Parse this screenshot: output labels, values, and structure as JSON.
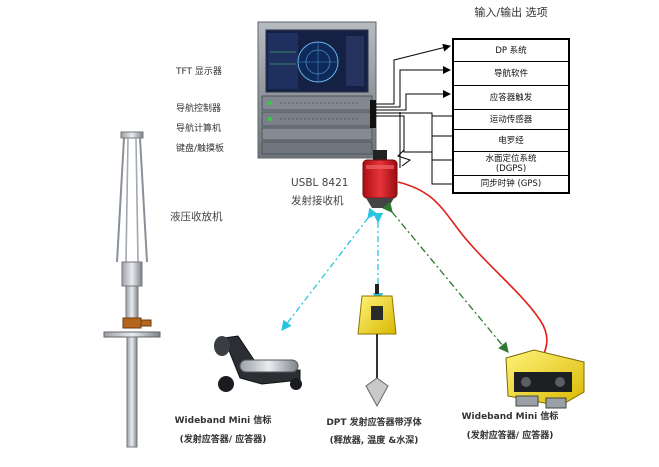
{
  "io_panel": {
    "title": "输入/输出 选项",
    "items": [
      "DP 系统",
      "导航软件",
      "应答器触发",
      "运动传感器",
      "电罗经",
      "水面定位系统\n(DGPS)",
      "同步时钟 (GPS)"
    ]
  },
  "rack": {
    "tft_label": "TFT 显示器",
    "controller_label": "导航控制器",
    "computer_label": "导航计算机",
    "keyboard_label": "键盘/触摸板"
  },
  "usbl": {
    "model": "USBL 8421",
    "name": "发射接收机"
  },
  "winch": {
    "label": "液压收放机"
  },
  "beacon_left": {
    "line1": "Wideband  Mini 信标",
    "line2": "(发射应答器/ 应答器)"
  },
  "dpt": {
    "line1": "DPT 发射应答器带浮体",
    "line2": "(释放器, 温度 &水深)"
  },
  "beacon_right": {
    "line1": "Wideband  Mini 信标",
    "line2": "(发射应答器/ 应答器)"
  },
  "colors": {
    "cyan_link": "#29c4e0",
    "green_link": "#2e7a2e",
    "cable": "#e0201a",
    "usbl_red": "#d8262b"
  }
}
